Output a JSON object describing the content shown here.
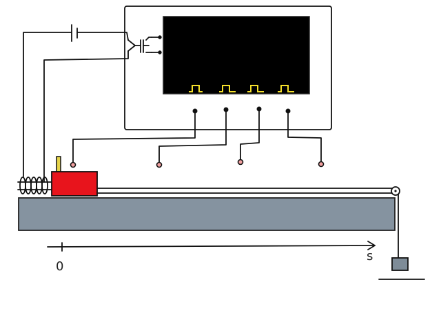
{
  "scene": {
    "axis": {
      "origin_label": "0",
      "end_label": "s"
    },
    "screen": {
      "pulse_count": 4
    },
    "colors": {
      "screen_bg": "#000000",
      "pulse": "#f5e02a",
      "cart": "#e8141c",
      "cart_mast": "#e6d44a",
      "track": "#8593a0",
      "hanging_weight": "#7e8c98",
      "terminal": "#f2a0a0",
      "ink": "#111111"
    },
    "icons": [
      "battery-icon",
      "switch-icon",
      "coil-icon",
      "pulley-icon"
    ]
  }
}
